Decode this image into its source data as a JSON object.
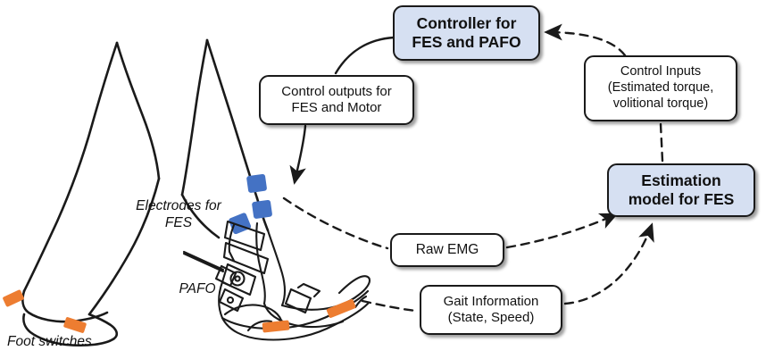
{
  "diagram": {
    "title": "FES and PAFO control system block diagram",
    "colors": {
      "accent_fill": "#D6E0F2",
      "stroke": "#1a1a1a",
      "electrode_blue": "#4472C4",
      "footswitch_orange": "#ED7D31"
    },
    "nodes": {
      "controller": {
        "line1": "Controller for",
        "line2": "FES and PAFO"
      },
      "control_outputs": {
        "line1": "Control outputs for",
        "line2": "FES and Motor"
      },
      "control_inputs": {
        "line1": "Control Inputs",
        "line2": "(Estimated torque,",
        "line3": "volitional torque)"
      },
      "estimation_model": {
        "line1": "Estimation",
        "line2": "model for FES"
      },
      "raw_emg": {
        "line1": "Raw EMG"
      },
      "gait_info": {
        "line1": "Gait Information",
        "line2": "(State, Speed)"
      }
    },
    "captions": {
      "electrodes": "Electrodes for\nFES",
      "pafo": "PAFO",
      "foot_switches": "Foot switches"
    }
  }
}
